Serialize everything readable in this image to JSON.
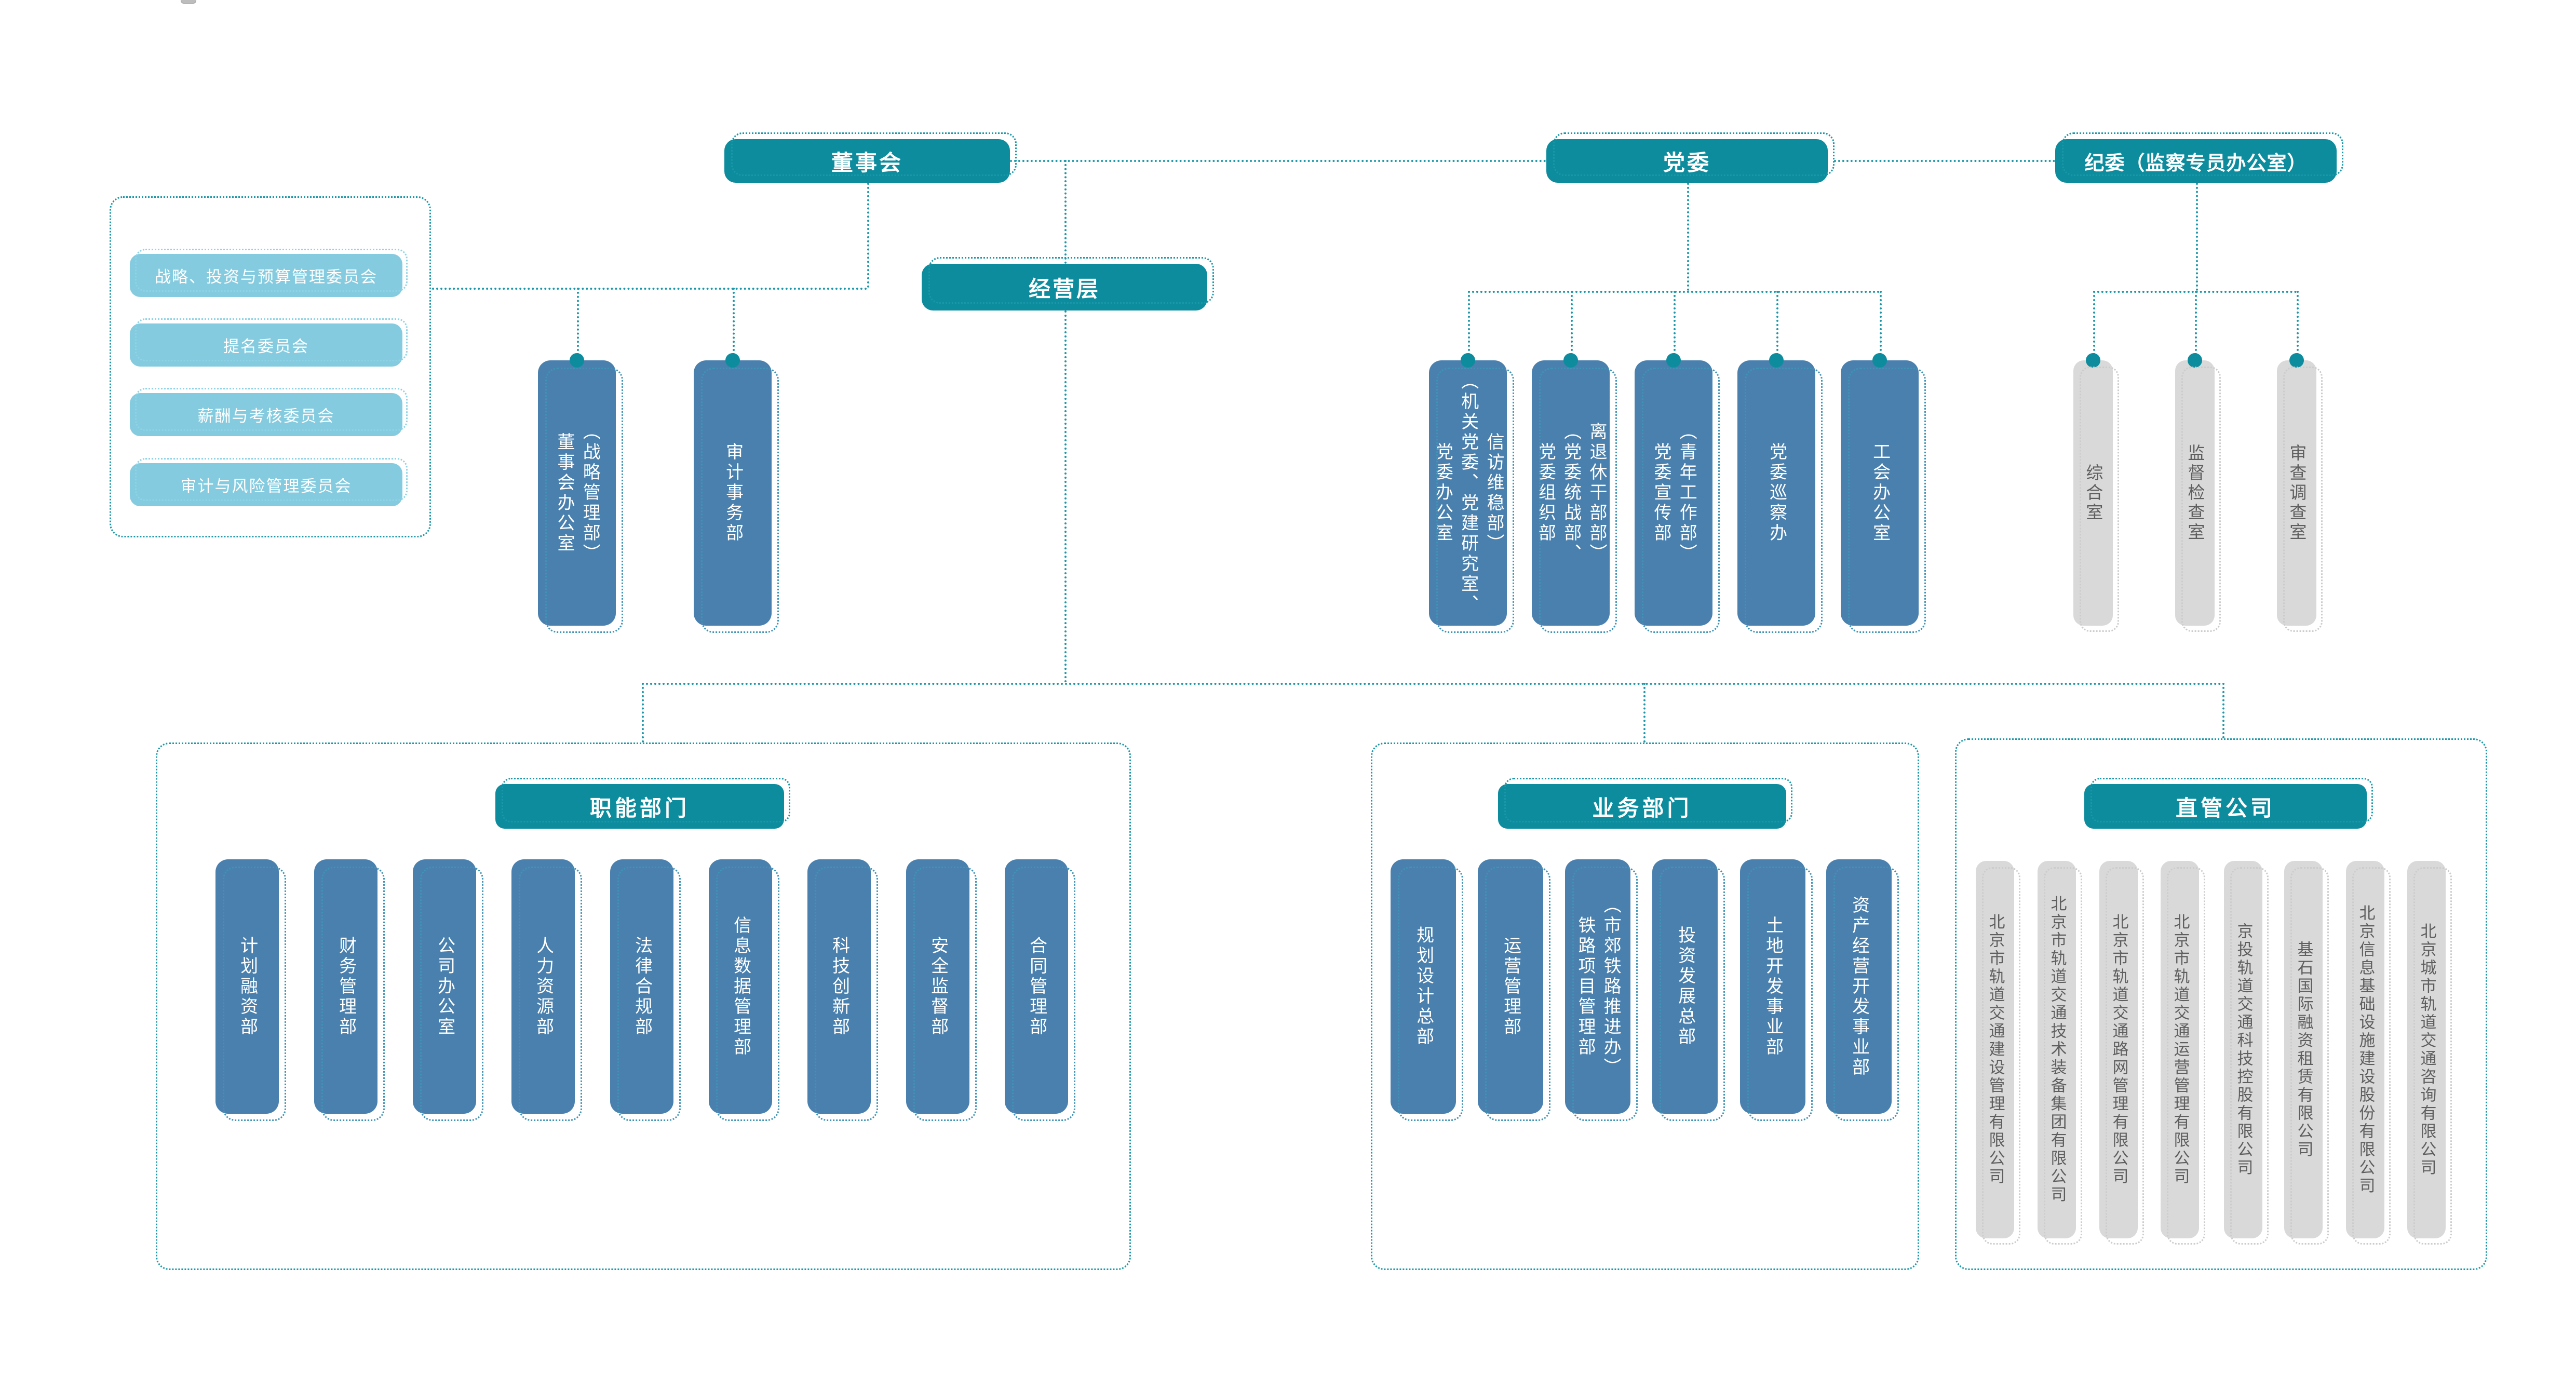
{
  "palette": {
    "teal": "#0d8c9e",
    "light_blue": "#85cbdf",
    "blue": "#4a80ae",
    "gray": "#d9d9d9",
    "connector": "#1a98a9"
  },
  "top": {
    "board": "董事会",
    "party": "党委",
    "discipline": "纪委（监察专员办公室）",
    "management": "经营层"
  },
  "committees": [
    "战略、投资与预算管理委员会",
    "提名委员会",
    "薪酬与考核委员会",
    "审计与风险管理委员会"
  ],
  "board_departments": [
    "董事会办公室\n（战略管理部）",
    "审计事务部"
  ],
  "party_departments": [
    "党委办公室\n（机关党委、党建研究室、\n信访维稳部）",
    "党委组织部\n（党委统战部、\n离退休干部部）",
    "党委宣传部\n（青年工作部）",
    "党委巡察办",
    "工会办公室"
  ],
  "discipline_offices": [
    "综合室",
    "监督检查室",
    "审查调查室"
  ],
  "sections": {
    "functional": {
      "title": "职能部门",
      "departments": [
        "计划融资部",
        "财务管理部",
        "公司办公室",
        "人力资源部",
        "法律合规部",
        "信息数据管理部",
        "科技创新部",
        "安全监督部",
        "合同管理部"
      ]
    },
    "business": {
      "title": "业务部门",
      "departments": [
        "规划设计总部",
        "运营管理部",
        "铁路项目管理部\n（市郊铁路推进办）",
        "投资发展总部",
        "土地开发事业部",
        "资产经营开发事业部"
      ]
    },
    "subsidiaries": {
      "title": "直管公司",
      "companies": [
        "北京市轨道交通建设管理有限公司",
        "北京市轨道交通技术装备集团有限公司",
        "北京市轨道交通路网管理有限公司",
        "北京市轨道交通运营管理有限公司",
        "京投轨道交通科技控股有限公司",
        "基石国际融资租赁有限公司",
        "北京信息基础设施建设股份有限公司",
        "北京城市轨道交通咨询有限公司"
      ]
    }
  }
}
